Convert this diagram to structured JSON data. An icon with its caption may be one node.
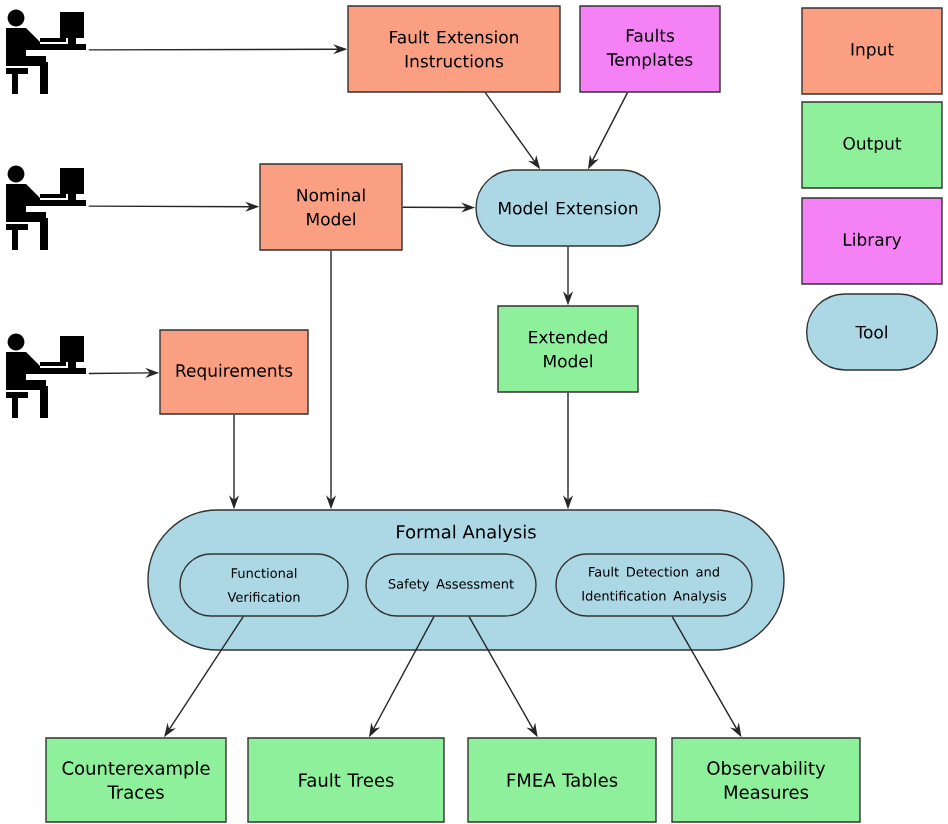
{
  "diagram": {
    "nodes": [
      {
        "text": [],
        "shape": "person"
      },
      {
        "text": [
          "Fault Extension Instructions"
        ]
      },
      {
        "text": [
          "Faults Templates"
        ]
      },
      {
        "text": [],
        "shape": "person"
      },
      {
        "text": [
          "Nominal Model"
        ]
      },
      {
        "text": [
          "Model Extension"
        ]
      },
      {
        "text": [],
        "shape": "person"
      },
      {
        "text": [
          "Requirements"
        ]
      },
      {
        "text": [
          "Extended Model"
        ]
      },
      {
        "text": [
          "Formal Analysis"
        ]
      },
      {
        "text": [
          "Functional Verification"
        ],
        "in": 9
      },
      {
        "text": [
          "Safety Assessment"
        ],
        "in": 9
      },
      {
        "text": [
          "Fault Detection and Identification Analysis"
        ],
        "in": 9
      },
      {
        "text": [
          "Counterexample Traces"
        ]
      },
      {
        "text": [
          "Fault Trees"
        ]
      },
      {
        "text": [
          "FMEA Tables"
        ]
      },
      {
        "text": [
          "Observability Measures"
        ]
      }
    ],
    "edges": [
      {
        "from": 0,
        "to": 1,
        "arrow": "to"
      },
      {
        "from": 1,
        "to": 5,
        "arrow": "to"
      },
      {
        "from": 2,
        "to": 5,
        "arrow": "to"
      },
      {
        "from": 3,
        "to": 4,
        "arrow": "to"
      },
      {
        "from": 4,
        "to": 5,
        "arrow": "to"
      },
      {
        "from": 5,
        "to": 8,
        "arrow": "to"
      },
      {
        "from": 6,
        "to": 7,
        "arrow": "to"
      },
      {
        "from": 7,
        "to": 9,
        "arrow": "to"
      },
      {
        "from": 4,
        "to": 9,
        "arrow": "to"
      },
      {
        "from": 8,
        "to": 9,
        "arrow": "to"
      },
      {
        "from": 10,
        "to": 13,
        "arrow": "to"
      },
      {
        "from": 11,
        "to": 14,
        "arrow": "to"
      },
      {
        "from": 11,
        "to": 15,
        "arrow": "to"
      },
      {
        "from": 12,
        "to": 16,
        "arrow": "to"
      }
    ],
    "legend": [
      {
        "text": "Input",
        "color": "#fa9f81"
      },
      {
        "text": "Output",
        "color": "#8ef09a"
      },
      {
        "text": "Library",
        "color": "#f582f5"
      },
      {
        "text": "Tool",
        "color": "#acd8e6"
      }
    ]
  }
}
